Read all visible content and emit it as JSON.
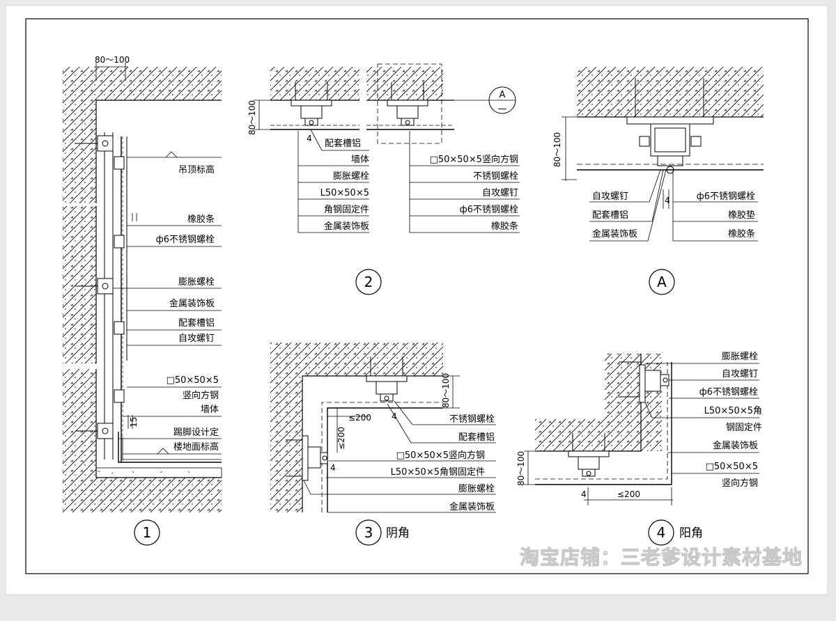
{
  "detail_1": {
    "dim_top": "80～100",
    "labels": [
      "吊顶标高",
      "橡胶条",
      "ф6不锈钢螺栓",
      "膨胀螺栓",
      "金属装饰板",
      "配套槽铝",
      "自攻螺钉",
      "□50×50×5",
      "竖向方钢",
      "墙体",
      "踢脚设计定",
      "楼地面标高"
    ],
    "dim_small": "15",
    "number": "1"
  },
  "detail_2": {
    "dim_left": "80～100",
    "dim_4": "4",
    "left_labels": [
      "配套槽铝",
      "墙体",
      "膨胀螺栓",
      "L50×50×5",
      "角钢固定件",
      "金属装饰板"
    ],
    "right_labels": [
      "□50×50×5竖向方钢",
      "不锈钢螺栓",
      "自攻螺钉",
      "ф6不锈钢螺栓",
      "橡胶条"
    ],
    "callout_top": "A",
    "callout_bottom": "—",
    "number": "2"
  },
  "detail_A": {
    "dim_left": "80～100",
    "dim_4": "4",
    "left_labels": [
      "自攻螺钉",
      "配套槽铝",
      "金属装饰板"
    ],
    "right_labels": [
      "ф6不锈钢螺栓",
      "橡胶垫",
      "橡胶条"
    ],
    "number": "A"
  },
  "detail_3": {
    "dim_right": "80～100",
    "dim_200_h": "≤200",
    "dim_200_v": "≤200",
    "dim_4a": "4",
    "dim_4b": "4",
    "labels": [
      "不锈钢螺栓",
      "配套槽铝",
      "□50×50×5竖向方钢",
      "L50×50×5角钢固定件",
      "膨胀螺栓",
      "金属装饰板"
    ],
    "number": "3",
    "caption": "阴角"
  },
  "detail_4": {
    "dim_left": "80～100",
    "dim_4": "4",
    "dim_200": "≤200",
    "labels": [
      "膨胀螺栓",
      "自攻螺钉",
      "ф6不锈钢螺栓",
      "L50×50×5角",
      "钢固定件",
      "金属装饰板",
      "□50×50×5",
      "竖向方钢"
    ],
    "number": "4",
    "caption": "阳角"
  },
  "watermark": "淘宝店铺：三老爹设计素材基地"
}
